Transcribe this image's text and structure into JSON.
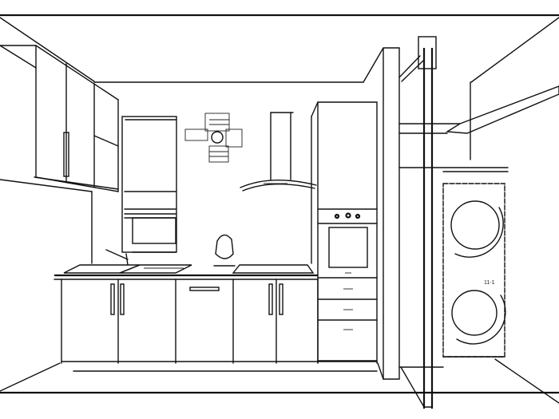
{
  "drawing": {
    "subject": "Kitchen interior line sketch with laundry niche",
    "stroke_color": "#111111",
    "background_color": "#ffffff",
    "annotations": [
      {
        "id": "washer-label",
        "text": "11-1"
      }
    ]
  }
}
